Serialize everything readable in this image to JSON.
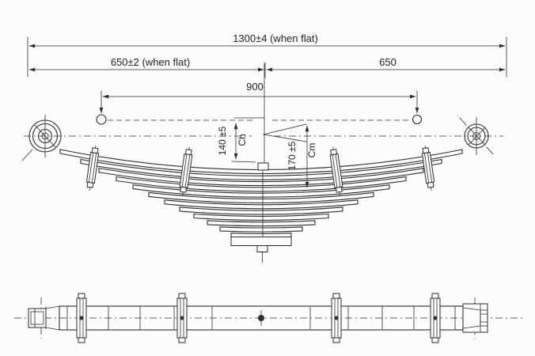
{
  "drawing": {
    "kind": "leaf-spring engineering drawing, side view and plan view",
    "dimensions": {
      "overall_flat": "1300±4 (when flat)",
      "left_half_flat": "650±2 (when flat)",
      "right_half": "650",
      "load_span": "900",
      "camber_1_value": "140 ±5",
      "camber_1_label": "Ch",
      "camber_2_value": "170 ±5",
      "camber_2_label": "Cm"
    },
    "features": {
      "leaf_count": 12,
      "clip_count_side_view": 4,
      "clip_count_plan_view": 4,
      "eyes": 2
    },
    "colors": {
      "ink": "#2d2d2d",
      "paper": "#fcfcfa"
    }
  }
}
